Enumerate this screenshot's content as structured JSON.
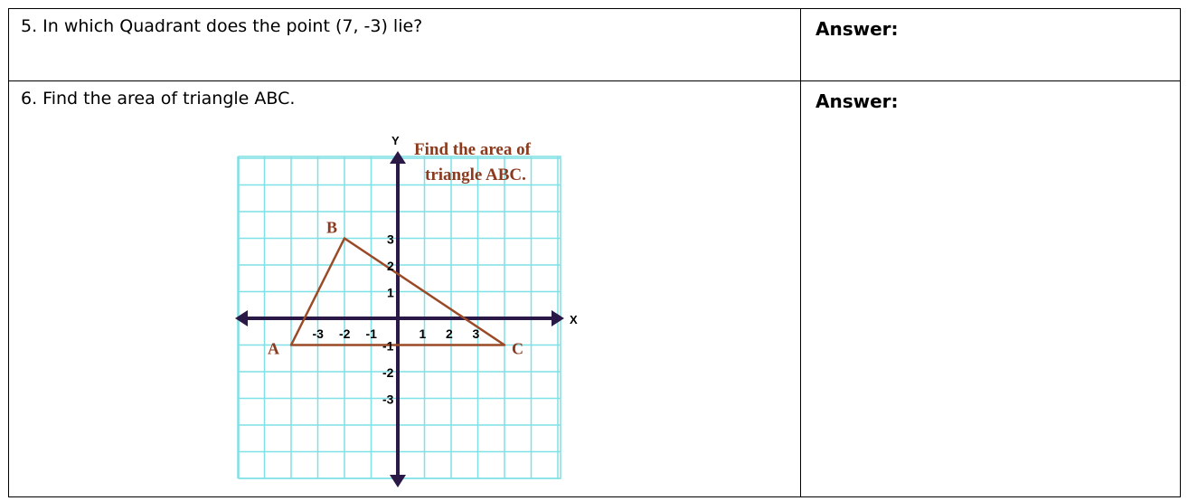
{
  "questions": [
    {
      "text": "5.  In which Quadrant does the point (7, -3) lie?",
      "answer_label": "Answer:"
    },
    {
      "text": "6.  Find the area of triangle ABC.",
      "answer_label": "Answer:"
    }
  ],
  "figure": {
    "title_line1": "Find the area of",
    "title_line2": "triangle ABC.",
    "x_axis_name": "X",
    "y_axis_name": "Y",
    "x_tick_labels": [
      "-3",
      "-2",
      "-1",
      "1",
      "2",
      "3"
    ],
    "y_tick_labels": [
      "3",
      "2",
      "1",
      "-1",
      "-2",
      "-3"
    ],
    "vertices": [
      {
        "label": "A",
        "x": -4,
        "y": -1
      },
      {
        "label": "B",
        "x": -2,
        "y": 3
      },
      {
        "label": "C",
        "x": 4,
        "y": -1
      }
    ],
    "grid_color": "#7fe0e6",
    "axis_color": "#2a1846",
    "triangle_color": "#9a4a26",
    "label_color": "#8b3a1e"
  }
}
